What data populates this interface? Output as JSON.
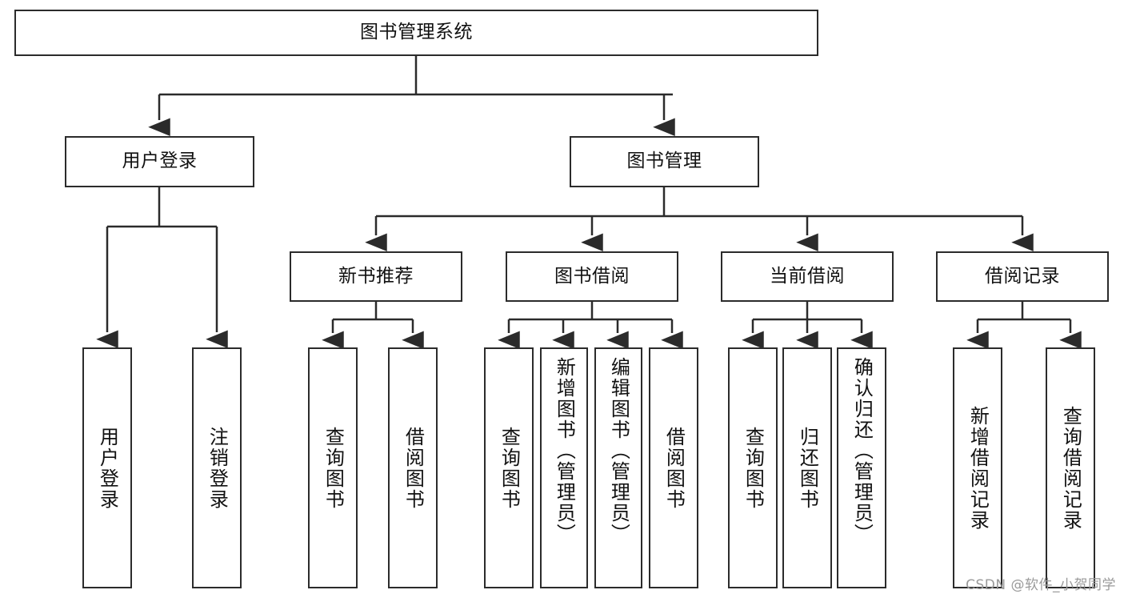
{
  "diagram": {
    "title": "图书管理系统",
    "watermark": "CSDN @软件_小贺同学",
    "colors": {
      "box_border": "#2b2b2b",
      "box_fill": "#ffffff",
      "edge": "#2b2b2b",
      "text": "#111111",
      "watermark": "#9a9a9a"
    },
    "root": {
      "label": "图书管理系统"
    },
    "level2": [
      {
        "label": "用户登录"
      },
      {
        "label": "图书管理"
      }
    ],
    "level3": [
      {
        "label": "新书推荐"
      },
      {
        "label": "图书借阅"
      },
      {
        "label": "当前借阅"
      },
      {
        "label": "借阅记录"
      }
    ],
    "leaves": {
      "user_login": [
        {
          "label": "用户登录"
        },
        {
          "label": "注销登录"
        }
      ],
      "new_book": [
        {
          "label": "查询图书"
        },
        {
          "label": "借阅图书"
        }
      ],
      "borrow_book": [
        {
          "label": "查询图书"
        },
        {
          "label": "新增图书（管理员）"
        },
        {
          "label": "编辑图书（管理员）"
        },
        {
          "label": "借阅图书"
        }
      ],
      "current_borrow": [
        {
          "label": "查询图书"
        },
        {
          "label": "归还图书"
        },
        {
          "label": "确认归还（管理员）"
        }
      ],
      "borrow_record": [
        {
          "label": "新增借阅记录"
        },
        {
          "label": "查询借阅记录"
        }
      ]
    }
  }
}
